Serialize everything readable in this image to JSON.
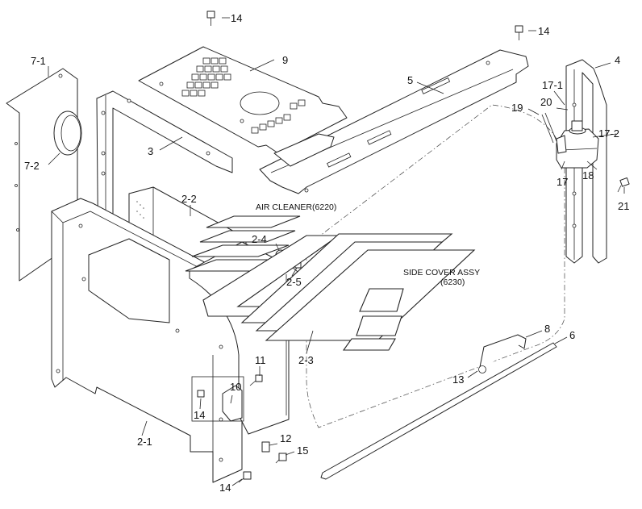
{
  "diagram": {
    "labels": [
      {
        "id": "14a",
        "text": "14"
      },
      {
        "id": "14b",
        "text": "14"
      },
      {
        "id": "9",
        "text": "9"
      },
      {
        "id": "7-1",
        "text": "7-1"
      },
      {
        "id": "7-2",
        "text": "7-2"
      },
      {
        "id": "3",
        "text": "3"
      },
      {
        "id": "5",
        "text": "5"
      },
      {
        "id": "4",
        "text": "4"
      },
      {
        "id": "17-1",
        "text": "17-1"
      },
      {
        "id": "20",
        "text": "20"
      },
      {
        "id": "19",
        "text": "19"
      },
      {
        "id": "17-2",
        "text": "17-2"
      },
      {
        "id": "17",
        "text": "17"
      },
      {
        "id": "18",
        "text": "18"
      },
      {
        "id": "21",
        "text": "21"
      },
      {
        "id": "2-2",
        "text": "2-2"
      },
      {
        "id": "2-4",
        "text": "2-4"
      },
      {
        "id": "2-5",
        "text": "2-5"
      },
      {
        "id": "2-3",
        "text": "2-3"
      },
      {
        "id": "11",
        "text": "11"
      },
      {
        "id": "10",
        "text": "10"
      },
      {
        "id": "14c",
        "text": "14"
      },
      {
        "id": "2-1",
        "text": "2-1"
      },
      {
        "id": "12",
        "text": "12"
      },
      {
        "id": "15",
        "text": "15"
      },
      {
        "id": "14d",
        "text": "14"
      },
      {
        "id": "8",
        "text": "8"
      },
      {
        "id": "6",
        "text": "6"
      },
      {
        "id": "13",
        "text": "13"
      }
    ],
    "notes": {
      "air_cleaner": "AIR CLEANER(6220)",
      "side_cover_line1": "SIDE COVER ASSY",
      "side_cover_line2": "(6230)"
    }
  }
}
